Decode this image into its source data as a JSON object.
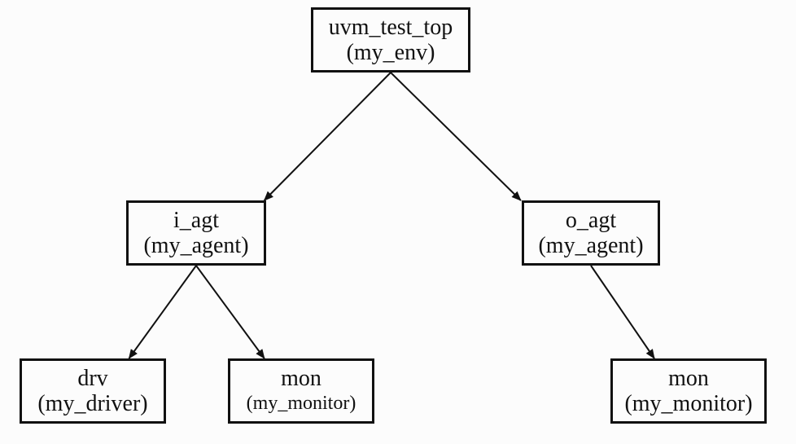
{
  "nodes": {
    "top": {
      "name": "uvm_test_top",
      "type": "(my_env)"
    },
    "iagt": {
      "name": "i_agt",
      "type": "(my_agent)"
    },
    "oagt": {
      "name": "o_agt",
      "type": "(my_agent)"
    },
    "drv": {
      "name": "drv",
      "type": "(my_driver)"
    },
    "mon1": {
      "name": "mon",
      "type": "(my_monitor)"
    },
    "mon2": {
      "name": "mon",
      "type": "(my_monitor)"
    }
  },
  "edges": [
    [
      "top",
      "iagt"
    ],
    [
      "top",
      "oagt"
    ],
    [
      "iagt",
      "drv"
    ],
    [
      "iagt",
      "mon1"
    ],
    [
      "oagt",
      "mon2"
    ]
  ]
}
